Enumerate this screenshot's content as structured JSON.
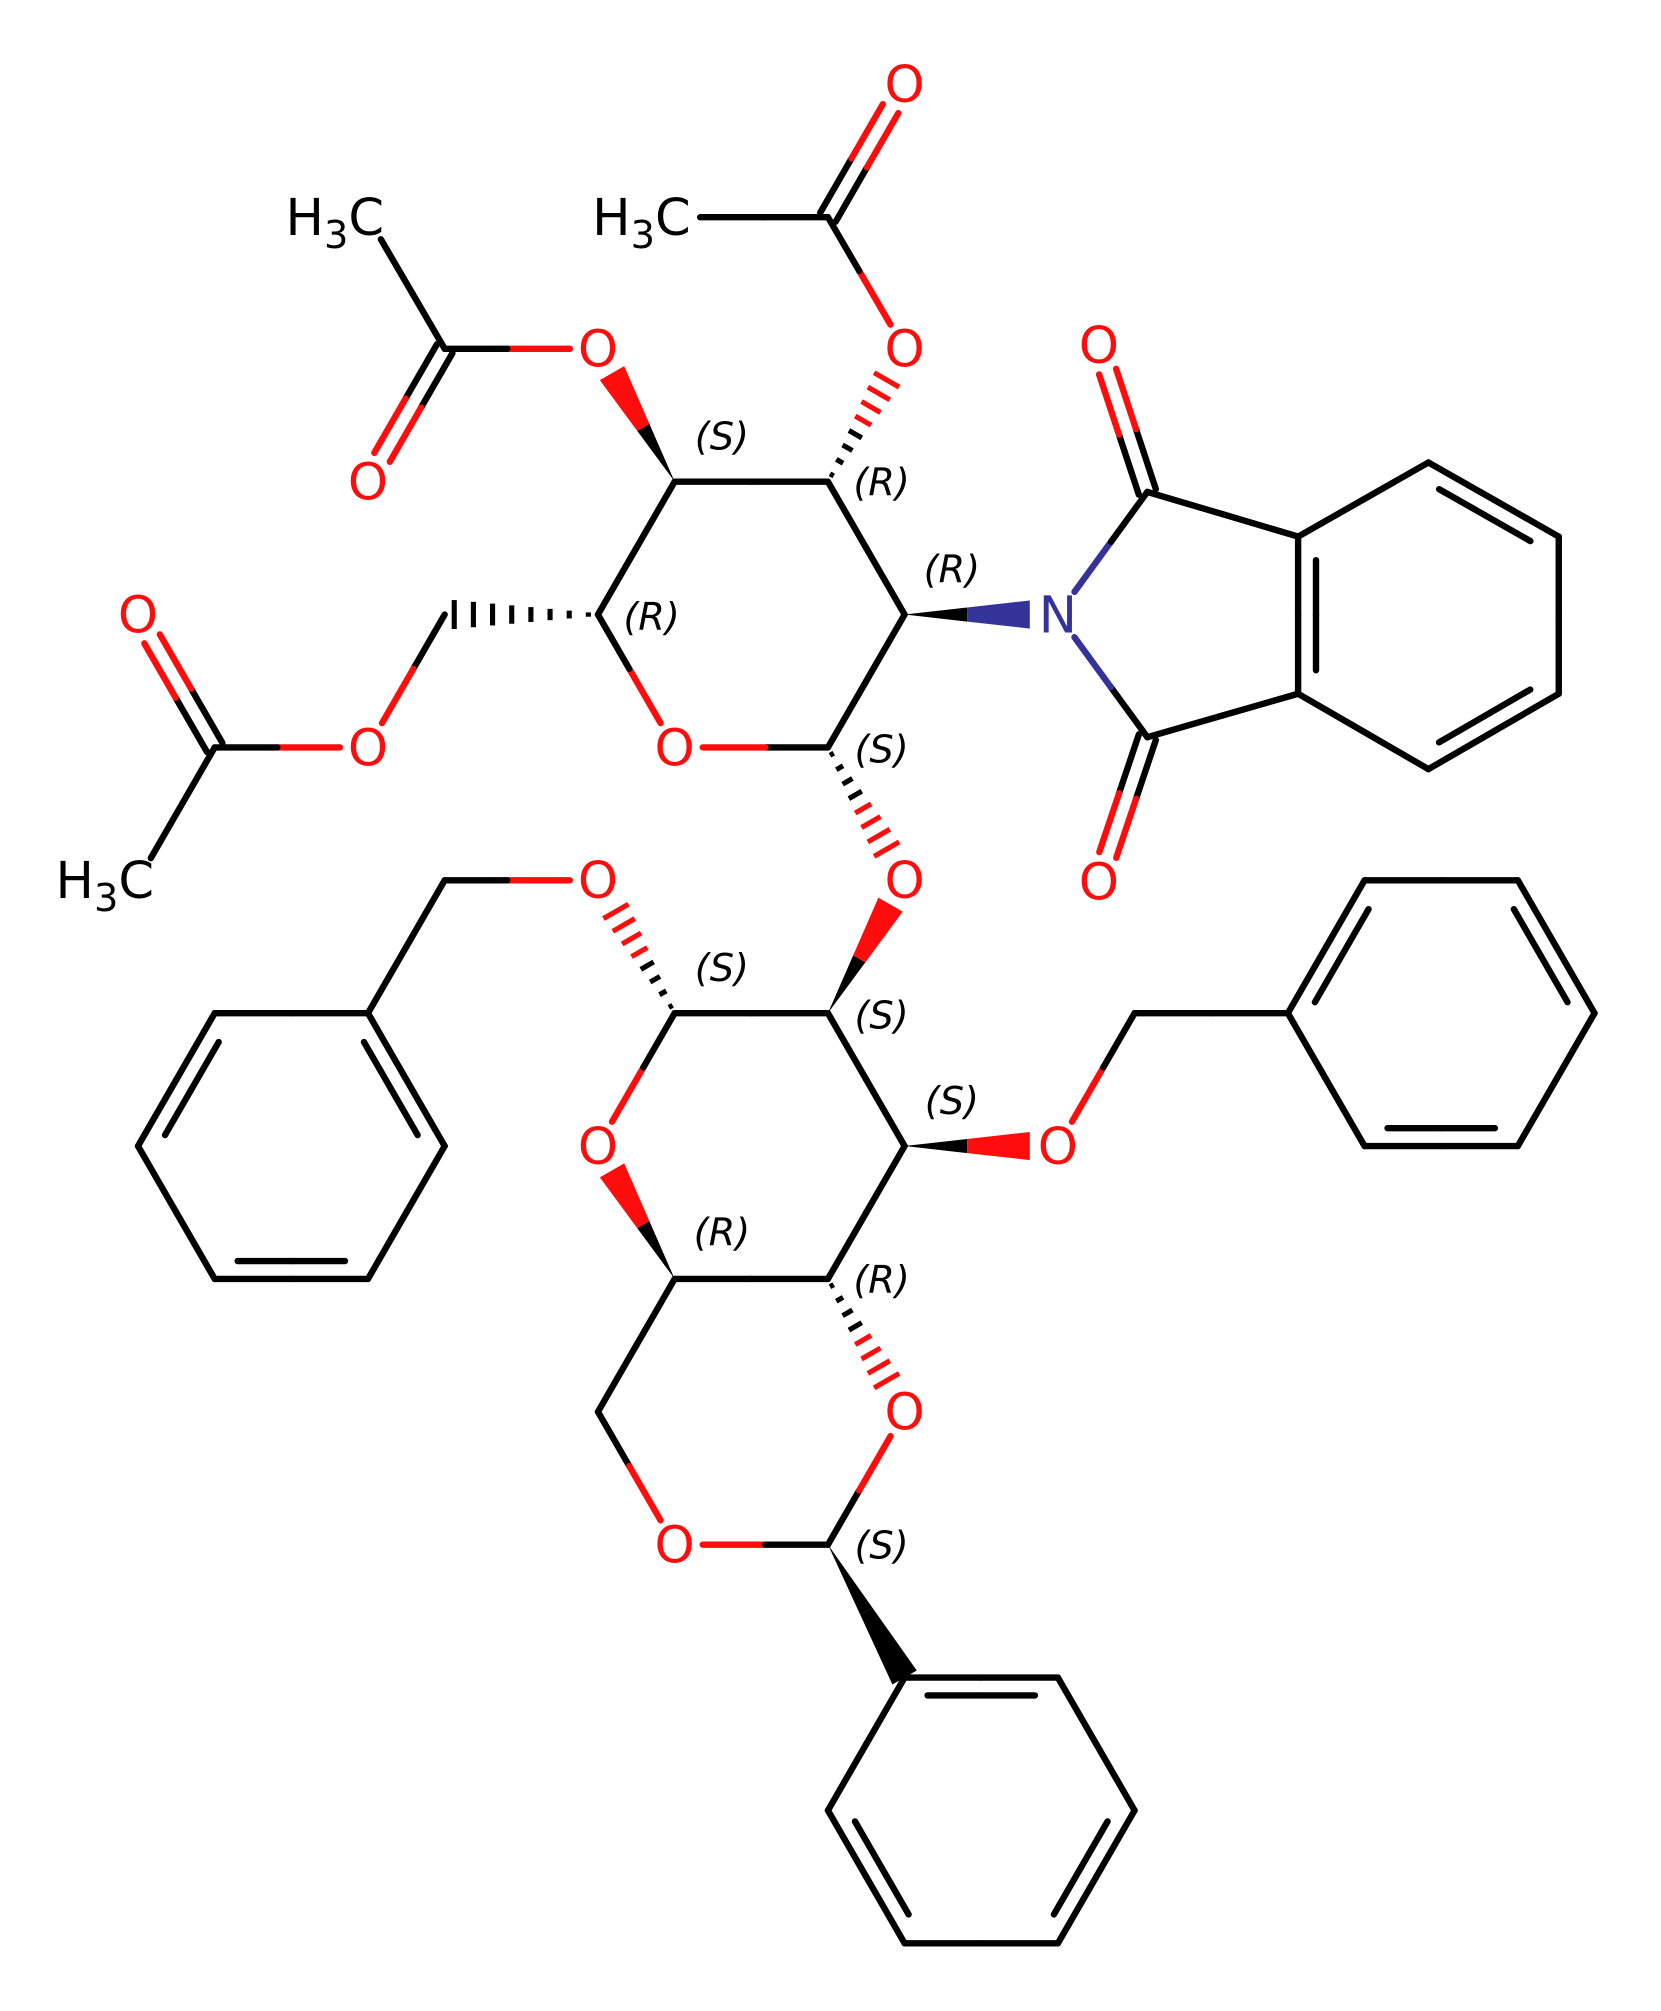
{
  "title": "Structure diagram: phthalimido glucoside with benzylidene-protected sugar",
  "colors": {
    "carbon": "#000000",
    "oxygen": "#FF0D0D",
    "nitrogen": "#33339A"
  },
  "atom_labels": {
    "oxygen": "O",
    "nitrogen": "N"
  },
  "methyl_label": {
    "h": "H",
    "sub": "3",
    "c": "C"
  },
  "stereo_labels": [
    "(S)",
    "(R)",
    "(R)",
    "(R)",
    "(S)",
    "(S)",
    "(S)",
    "(S)",
    "(R)",
    "(R)",
    "(S)"
  ]
}
